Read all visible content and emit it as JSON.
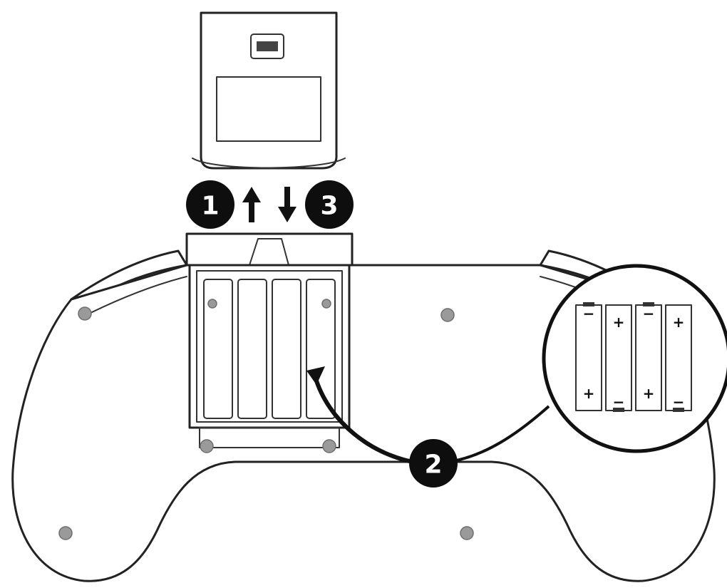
{
  "steps": {
    "remove_cover": "1",
    "insert_batteries": "2",
    "replace_cover": "3"
  },
  "arrows": {
    "remove_direction": "up",
    "replace_direction": "down"
  },
  "battery_polarity": {
    "cell_1": {
      "top": "−",
      "bottom": "+"
    },
    "cell_2": {
      "top": "+",
      "bottom": "−"
    },
    "cell_3": {
      "top": "−",
      "bottom": "+"
    },
    "cell_4": {
      "top": "+",
      "bottom": "−"
    }
  },
  "colors": {
    "line": "#222222",
    "badge": "#0e0e0e",
    "screw": "#9a9a9a",
    "background": "#ffffff"
  },
  "icons": {
    "step_badge": "filled-circle-number",
    "direction_arrow": "arrow",
    "zoom_callout": "circle-magnifier",
    "screw": "screw-head"
  }
}
